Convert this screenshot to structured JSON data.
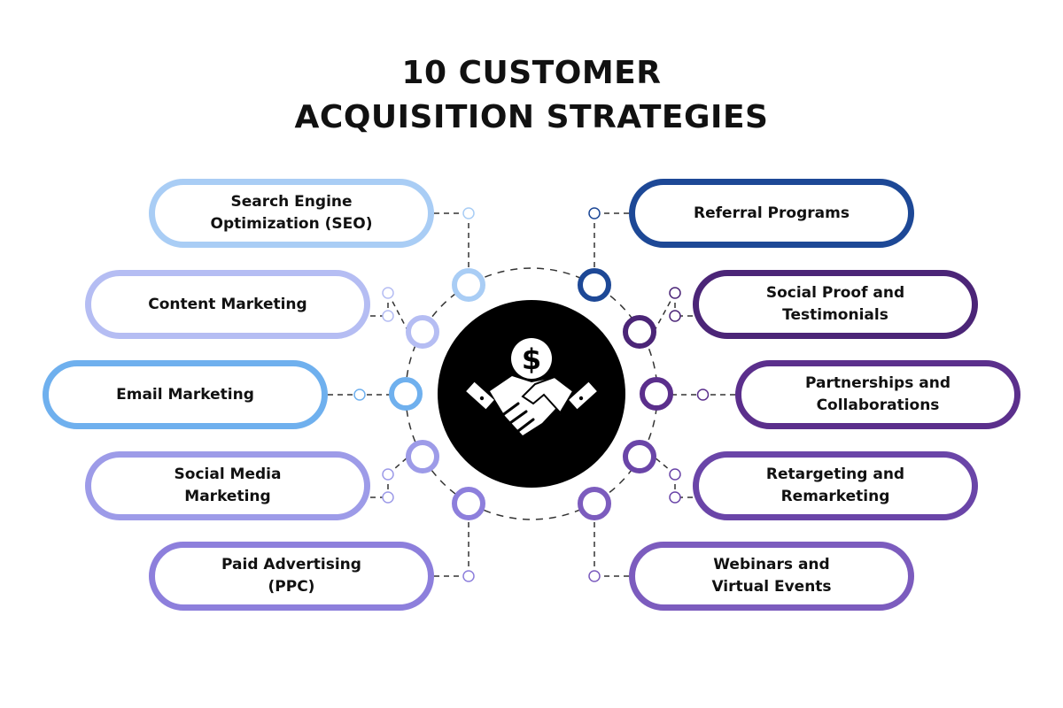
{
  "title": {
    "line1": "10 CUSTOMER",
    "line2": "ACQUISITION STRATEGIES"
  },
  "center": {
    "icon": "handshake-dollar-icon",
    "background_color": "#000000",
    "dollar_symbol": "$"
  },
  "strategies_left": [
    {
      "id": "seo",
      "lines": [
        "Search Engine",
        "Optimization (SEO)"
      ],
      "color": "#a9cdf5"
    },
    {
      "id": "content-marketing",
      "lines": [
        "Content Marketing"
      ],
      "color": "#b5bdf3"
    },
    {
      "id": "email-marketing",
      "lines": [
        "Email Marketing"
      ],
      "color": "#6fb0ee"
    },
    {
      "id": "social-media-marketing",
      "lines": [
        "Social Media",
        "Marketing"
      ],
      "color": "#9d9be8"
    },
    {
      "id": "paid-advertising",
      "lines": [
        "Paid Advertising",
        "(PPC)"
      ],
      "color": "#8d7fdc"
    }
  ],
  "strategies_right": [
    {
      "id": "referral-programs",
      "lines": [
        "Referral Programs"
      ],
      "color": "#1d4896"
    },
    {
      "id": "social-proof",
      "lines": [
        "Social Proof and",
        "Testimonials"
      ],
      "color": "#4b2577"
    },
    {
      "id": "partnerships",
      "lines": [
        "Partnerships and",
        "Collaborations"
      ],
      "color": "#5b2f8c"
    },
    {
      "id": "retargeting",
      "lines": [
        "Retargeting and",
        "Remarketing"
      ],
      "color": "#6a45a8"
    },
    {
      "id": "webinars",
      "lines": [
        "Webinars and",
        "Virtual Events"
      ],
      "color": "#7c5cbe"
    }
  ]
}
